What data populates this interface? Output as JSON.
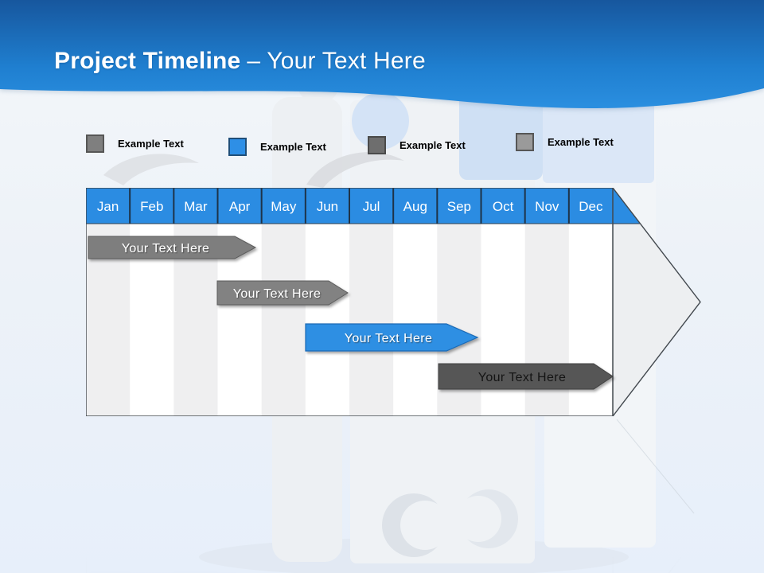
{
  "header": {
    "title_bold": "Project Timeline",
    "title_separator": "–",
    "title_placeholder": "Your Text Here"
  },
  "legend": {
    "items": [
      {
        "label": "Example Text",
        "color": "#7f7f7f",
        "border": "#565656"
      },
      {
        "label": "Example Text",
        "color": "#2e8fe6",
        "border": "#1f4e79"
      },
      {
        "label": "Example Text",
        "color": "#6e6e6e",
        "border": "#4a4a4a"
      },
      {
        "label": "Example Text",
        "color": "#9a9a9a",
        "border": "#565656"
      }
    ]
  },
  "timeline": {
    "header_color": "#2b8ce2",
    "stripe_color": "#efeff0",
    "arrow_head_color": "#edeff1",
    "months": [
      "Jan",
      "Feb",
      "Mar",
      "Apr",
      "May",
      "Jun",
      "Jul",
      "Aug",
      "Sep",
      "Oct",
      "Nov",
      "Dec"
    ],
    "bars": [
      {
        "label": "Your Text Here",
        "color": "#7e7e7e",
        "text_color": "#ffffff",
        "start_month": "Jan",
        "end_month": "Apr"
      },
      {
        "label": "Your Text Here",
        "color": "#828282",
        "text_color": "#ffffff",
        "start_month": "Apr",
        "end_month": "Jun"
      },
      {
        "label": "Your Text Here",
        "color": "#2f8fe3",
        "text_color": "#ffffff",
        "start_month": "Jun",
        "end_month": "Sep"
      },
      {
        "label": "Your Text Here",
        "color": "#575757",
        "text_color": "#141414",
        "start_month": "Sep",
        "end_month": "Dec"
      }
    ]
  }
}
